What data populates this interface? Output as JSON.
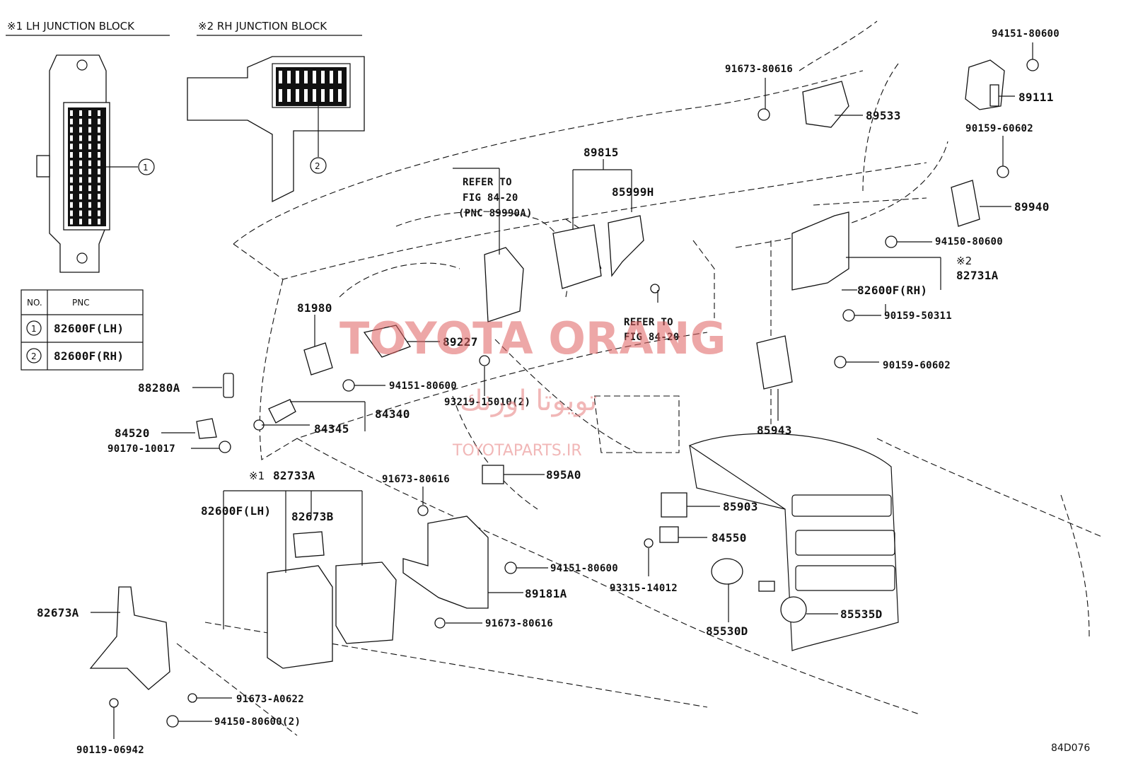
{
  "headers": {
    "lh_junction": "※1  LH JUNCTION BLOCK",
    "rh_junction": "※2  RH JUNCTION BLOCK"
  },
  "pnc_table": {
    "col_no": "NO.",
    "col_pnc": "PNC",
    "rows": [
      {
        "no": "1",
        "pnc": "82600F(LH)"
      },
      {
        "no": "2",
        "pnc": "82600F(RH)"
      }
    ]
  },
  "callouts": {
    "c1": "1",
    "c2": "2"
  },
  "refer1": [
    "REFER TO",
    "FIG 84-20",
    "(PNC 89990A)"
  ],
  "refer2": [
    "REFER TO",
    "FIG 84-20"
  ],
  "labels": {
    "p94151_80600_top": "94151-80600",
    "p91673_80616_top": "91673-80616",
    "p89111": "89111",
    "p89533": "89533",
    "p90159_60602_top": "90159-60602",
    "p89815": "89815",
    "p85999H": "85999H",
    "p89940": "89940",
    "p94150_80600": "94150-80600",
    "rh_mark": "※2",
    "p82731A": "82731A",
    "p82600F_RH": "82600F(RH)",
    "p90159_50311": "90159-50311",
    "p90159_60602_mid": "90159-60602",
    "p81980": "81980",
    "p89227": "89227",
    "p94151_80600_mid": "94151-80600",
    "p93219_15010": "93219-15010(2)",
    "p88280A": "88280A",
    "p84340": "84340",
    "p84345": "84345",
    "p84520": "84520",
    "p90170_10017": "90170-10017",
    "p85943": "85943",
    "lh_mark": "※1",
    "p82733A": "82733A",
    "p91673_80616_mid": "91673-80616",
    "p895A0": "895A0",
    "p82600F_LH": "82600F(LH)",
    "p82673B": "82673B",
    "p85903": "85903",
    "p84550": "84550",
    "p94151_80600_low": "94151-80600",
    "p93315_14012": "93315-14012",
    "p89181A": "89181A",
    "p82673A": "82673A",
    "p91673_80616_low": "91673-80616",
    "p85535D": "85535D",
    "p85530D": "85530D",
    "p91673_A0622": "91673-A0622",
    "p94150_80600_2": "94150-80600(2)",
    "p90119_06942": "90119-06942"
  },
  "watermark": {
    "main": "TOYOTA ORANG",
    "arabic": "تويوتا اورنك",
    "url": "TOYOTAPARTS.IR"
  },
  "figure_code": "84D076",
  "colors": {
    "watermark": "#e06060",
    "line": "#111111"
  }
}
